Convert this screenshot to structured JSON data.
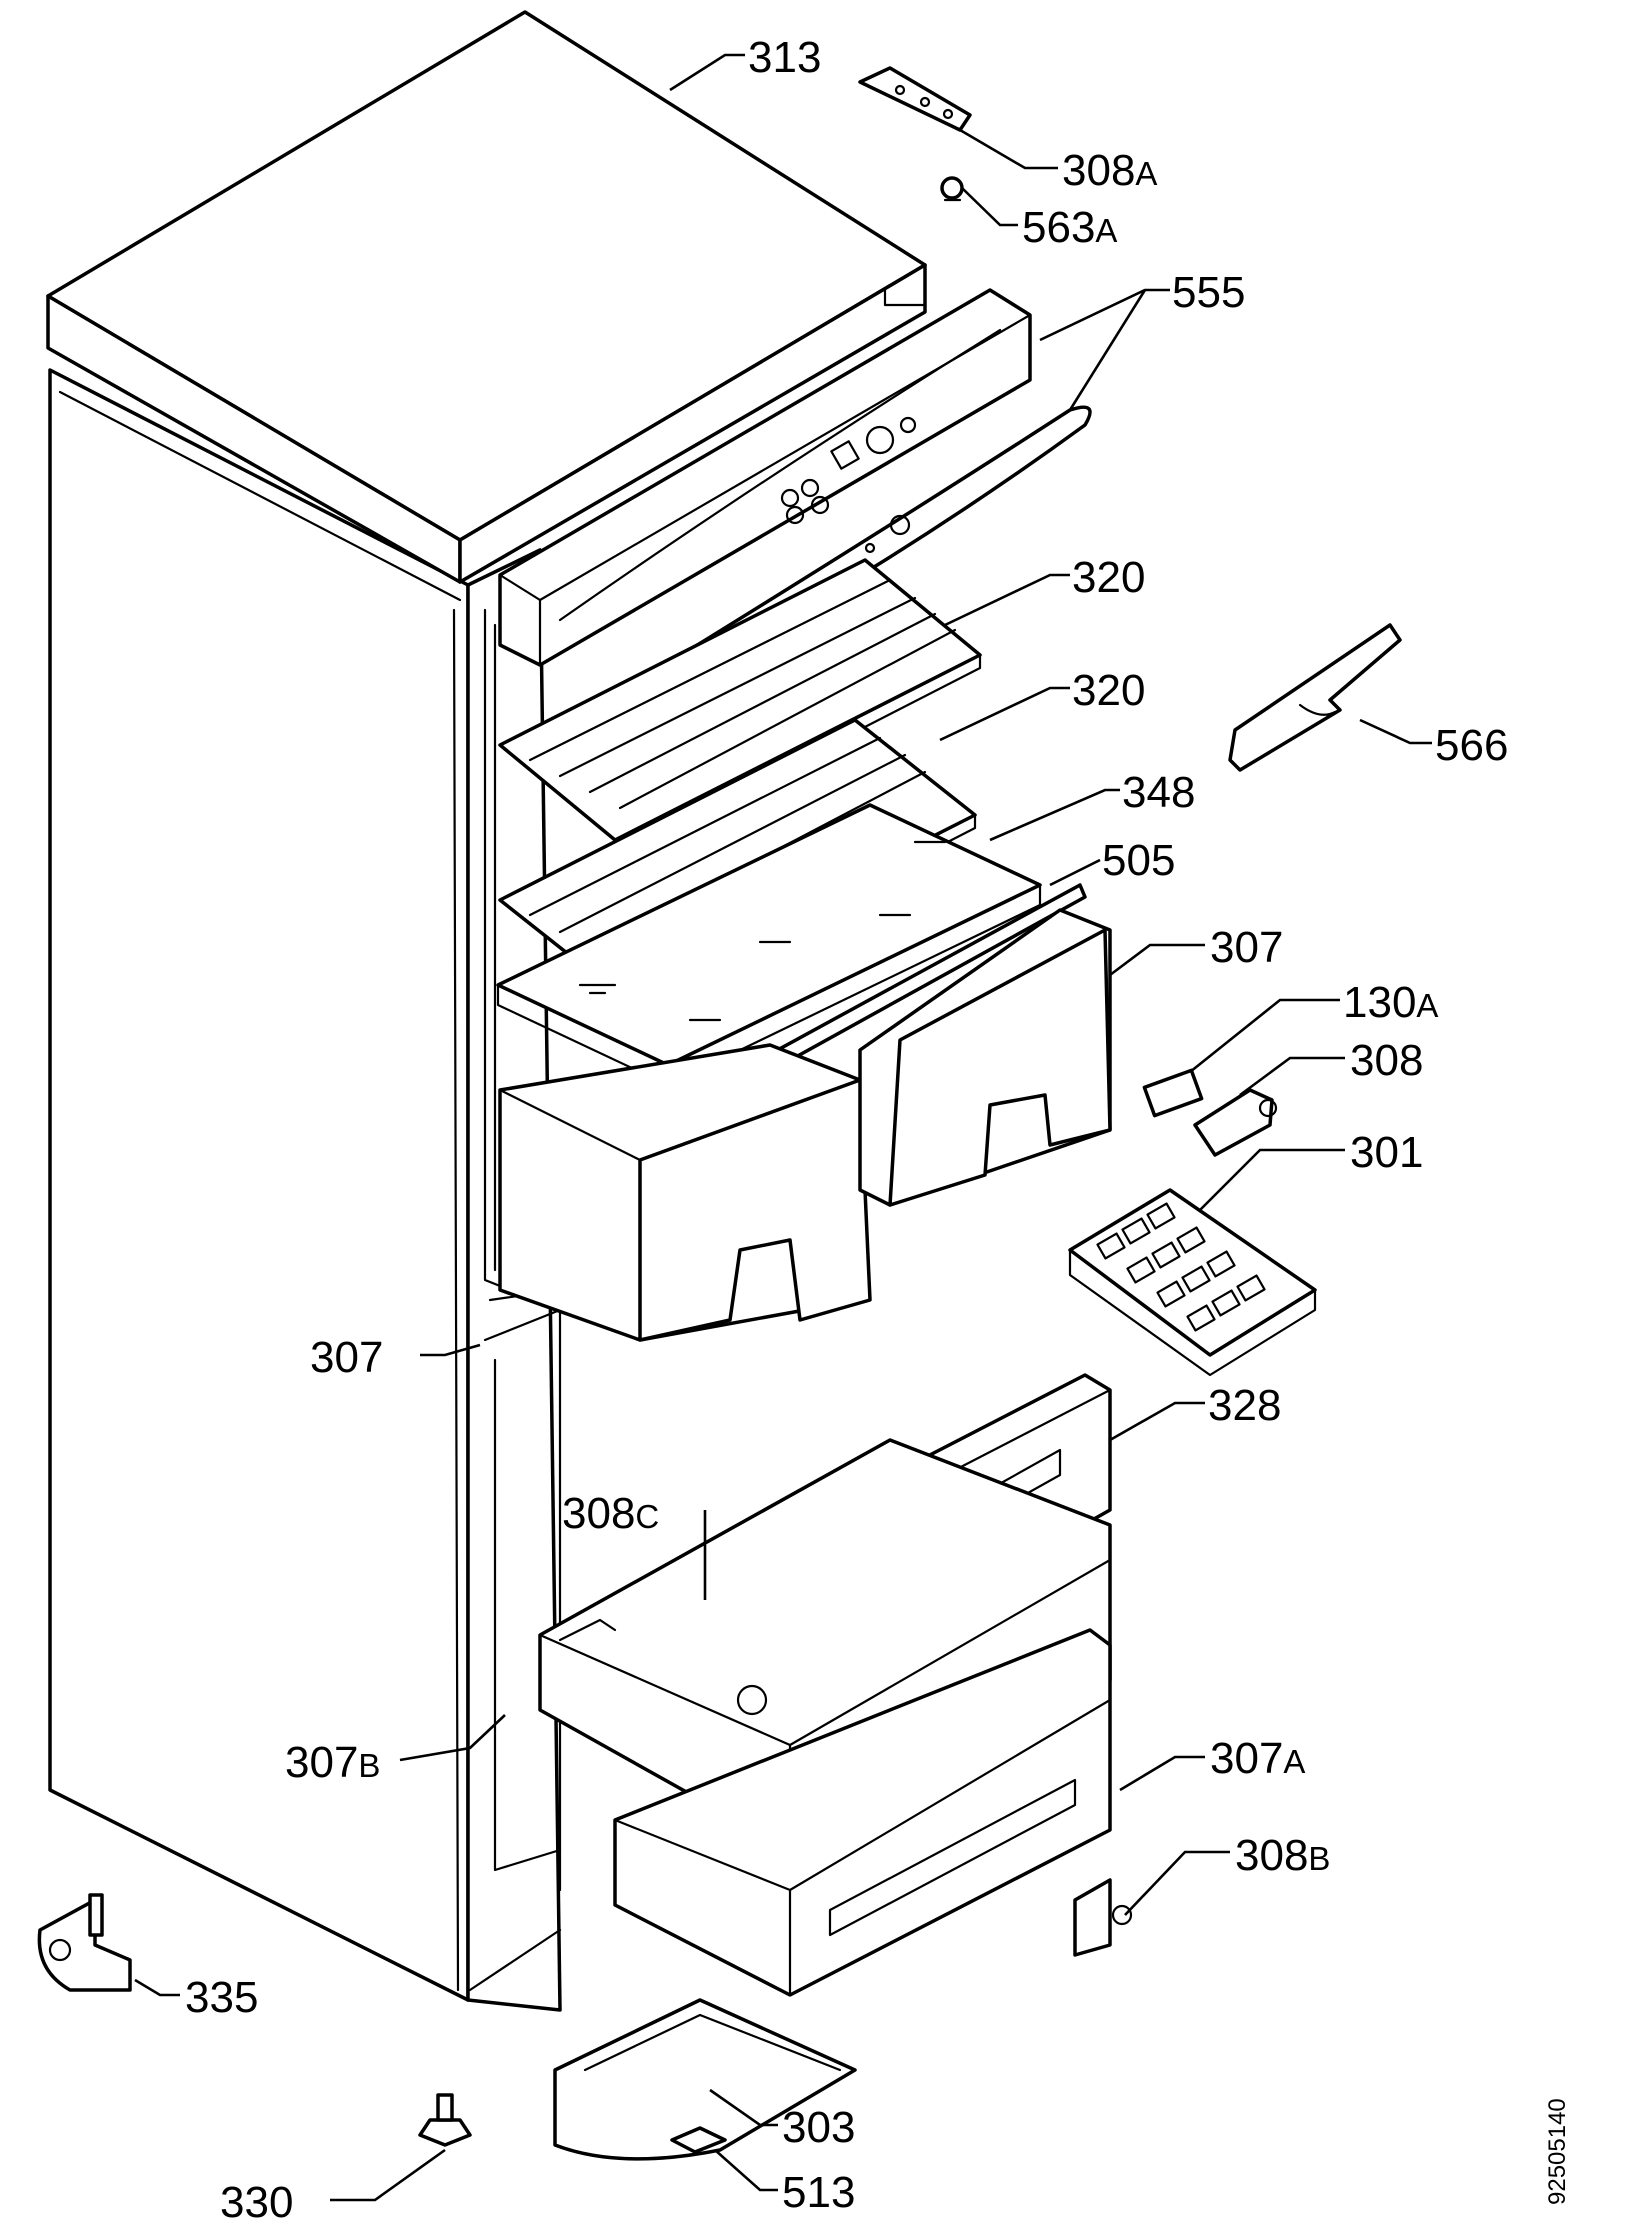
{
  "document_number": "92505140",
  "callouts": [
    {
      "num": "313",
      "suffix": ""
    },
    {
      "num": "308",
      "suffix": "A"
    },
    {
      "num": "563",
      "suffix": "A"
    },
    {
      "num": "555",
      "suffix": ""
    },
    {
      "num": "320",
      "suffix": ""
    },
    {
      "num": "320",
      "suffix": ""
    },
    {
      "num": "566",
      "suffix": ""
    },
    {
      "num": "348",
      "suffix": ""
    },
    {
      "num": "505",
      "suffix": ""
    },
    {
      "num": "307",
      "suffix": ""
    },
    {
      "num": "130",
      "suffix": "A"
    },
    {
      "num": "308",
      "suffix": ""
    },
    {
      "num": "301",
      "suffix": ""
    },
    {
      "num": "307",
      "suffix": ""
    },
    {
      "num": "328",
      "suffix": ""
    },
    {
      "num": "308",
      "suffix": "C"
    },
    {
      "num": "307",
      "suffix": "B"
    },
    {
      "num": "307",
      "suffix": "A"
    },
    {
      "num": "308",
      "suffix": "B"
    },
    {
      "num": "335",
      "suffix": ""
    },
    {
      "num": "303",
      "suffix": ""
    },
    {
      "num": "330",
      "suffix": ""
    },
    {
      "num": "513",
      "suffix": ""
    }
  ]
}
